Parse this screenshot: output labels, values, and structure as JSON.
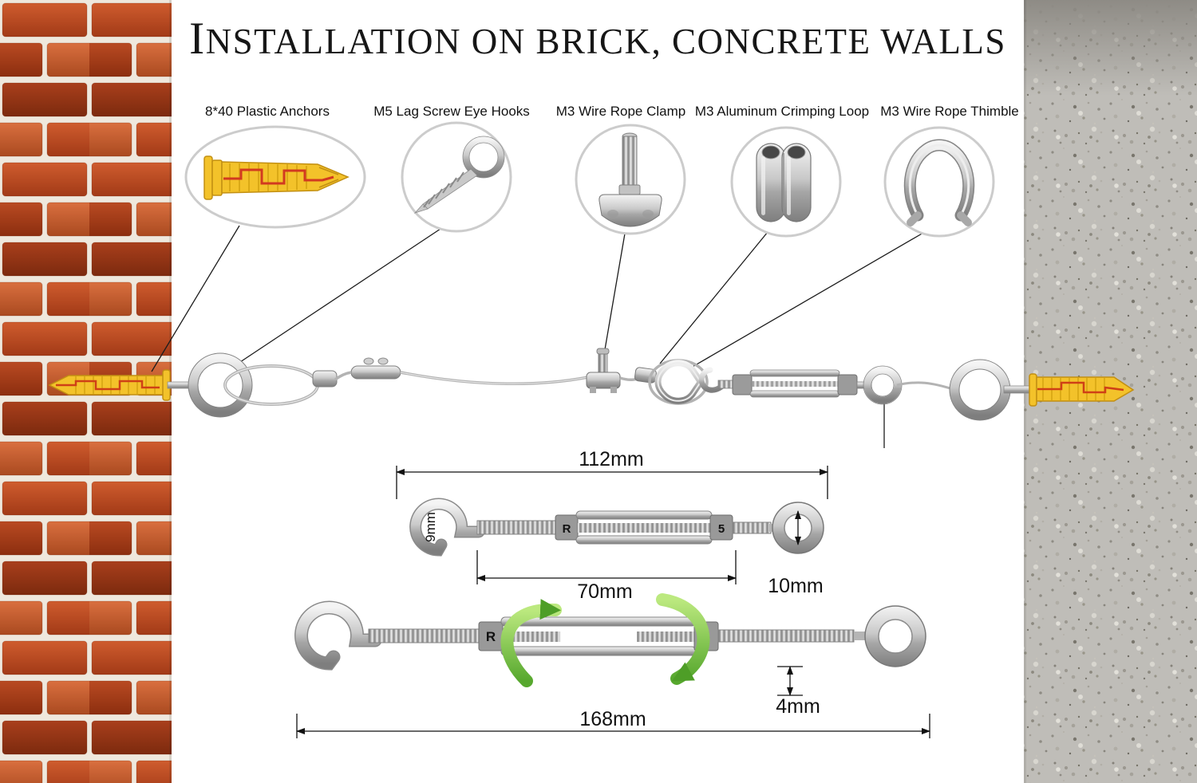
{
  "title": "INSTALLATION ON BRICK, CONCRETE WALLS",
  "callouts": [
    {
      "label": "8*40 Plastic Anchors"
    },
    {
      "label": "M5 Lag Screw Eye Hooks"
    },
    {
      "label": "M3 Wire Rope Clamp"
    },
    {
      "label": "M3 Aluminum Crimping Loop"
    },
    {
      "label": "M3 Wire Rope Thimble"
    }
  ],
  "turnbuckle": {
    "marking_left": "R",
    "marking_right": "5",
    "dim_overall_small": "112mm",
    "dim_hook_opening": "9mm",
    "dim_body": "70mm",
    "dim_eye": "10mm",
    "dim_rod": "4mm",
    "dim_overall_large": "168mm"
  },
  "colors": {
    "anchor_yellow": "#f3c22a",
    "accent_red": "#d23a20",
    "rotation_green": "#5fae2f"
  }
}
